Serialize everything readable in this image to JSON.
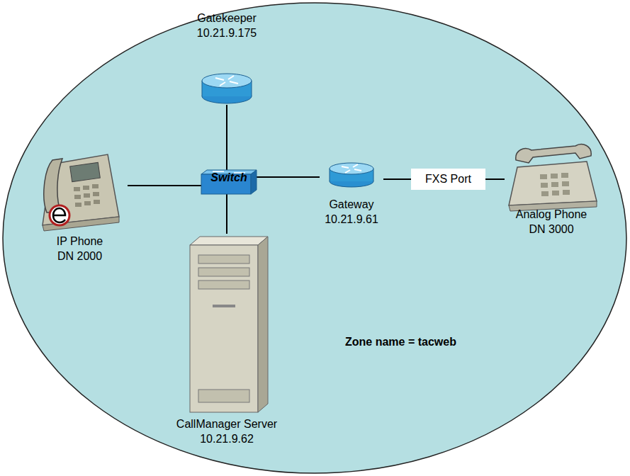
{
  "diagram": {
    "nodes": [
      {
        "text": [
          "Zone name = tacweb"
        ]
      },
      {
        "text": [
          "Gatekeeper",
          "10.21.9.175"
        ],
        "in": 0
      },
      {
        "text": [
          "IP Phone",
          "DN 2000"
        ],
        "in": 0
      },
      {
        "text": [
          "Switch"
        ],
        "in": 0
      },
      {
        "text": [
          "Gateway",
          "10.21.9.61"
        ],
        "in": 0
      },
      {
        "text": [
          "Analog Phone",
          "DN 3000"
        ],
        "in": 0
      },
      {
        "text": [
          "CallManager Server",
          "10.21.9.62"
        ],
        "in": 0
      }
    ],
    "edges": [
      {
        "from": 1,
        "to": 3,
        "arrow": "none"
      },
      {
        "from": 2,
        "to": 3,
        "arrow": "none"
      },
      {
        "from": 3,
        "to": 4,
        "arrow": "none"
      },
      {
        "from": 3,
        "to": 6,
        "arrow": "none"
      },
      {
        "from": 4,
        "to": 5,
        "label": "FXS Port",
        "arrow": "none"
      }
    ]
  }
}
